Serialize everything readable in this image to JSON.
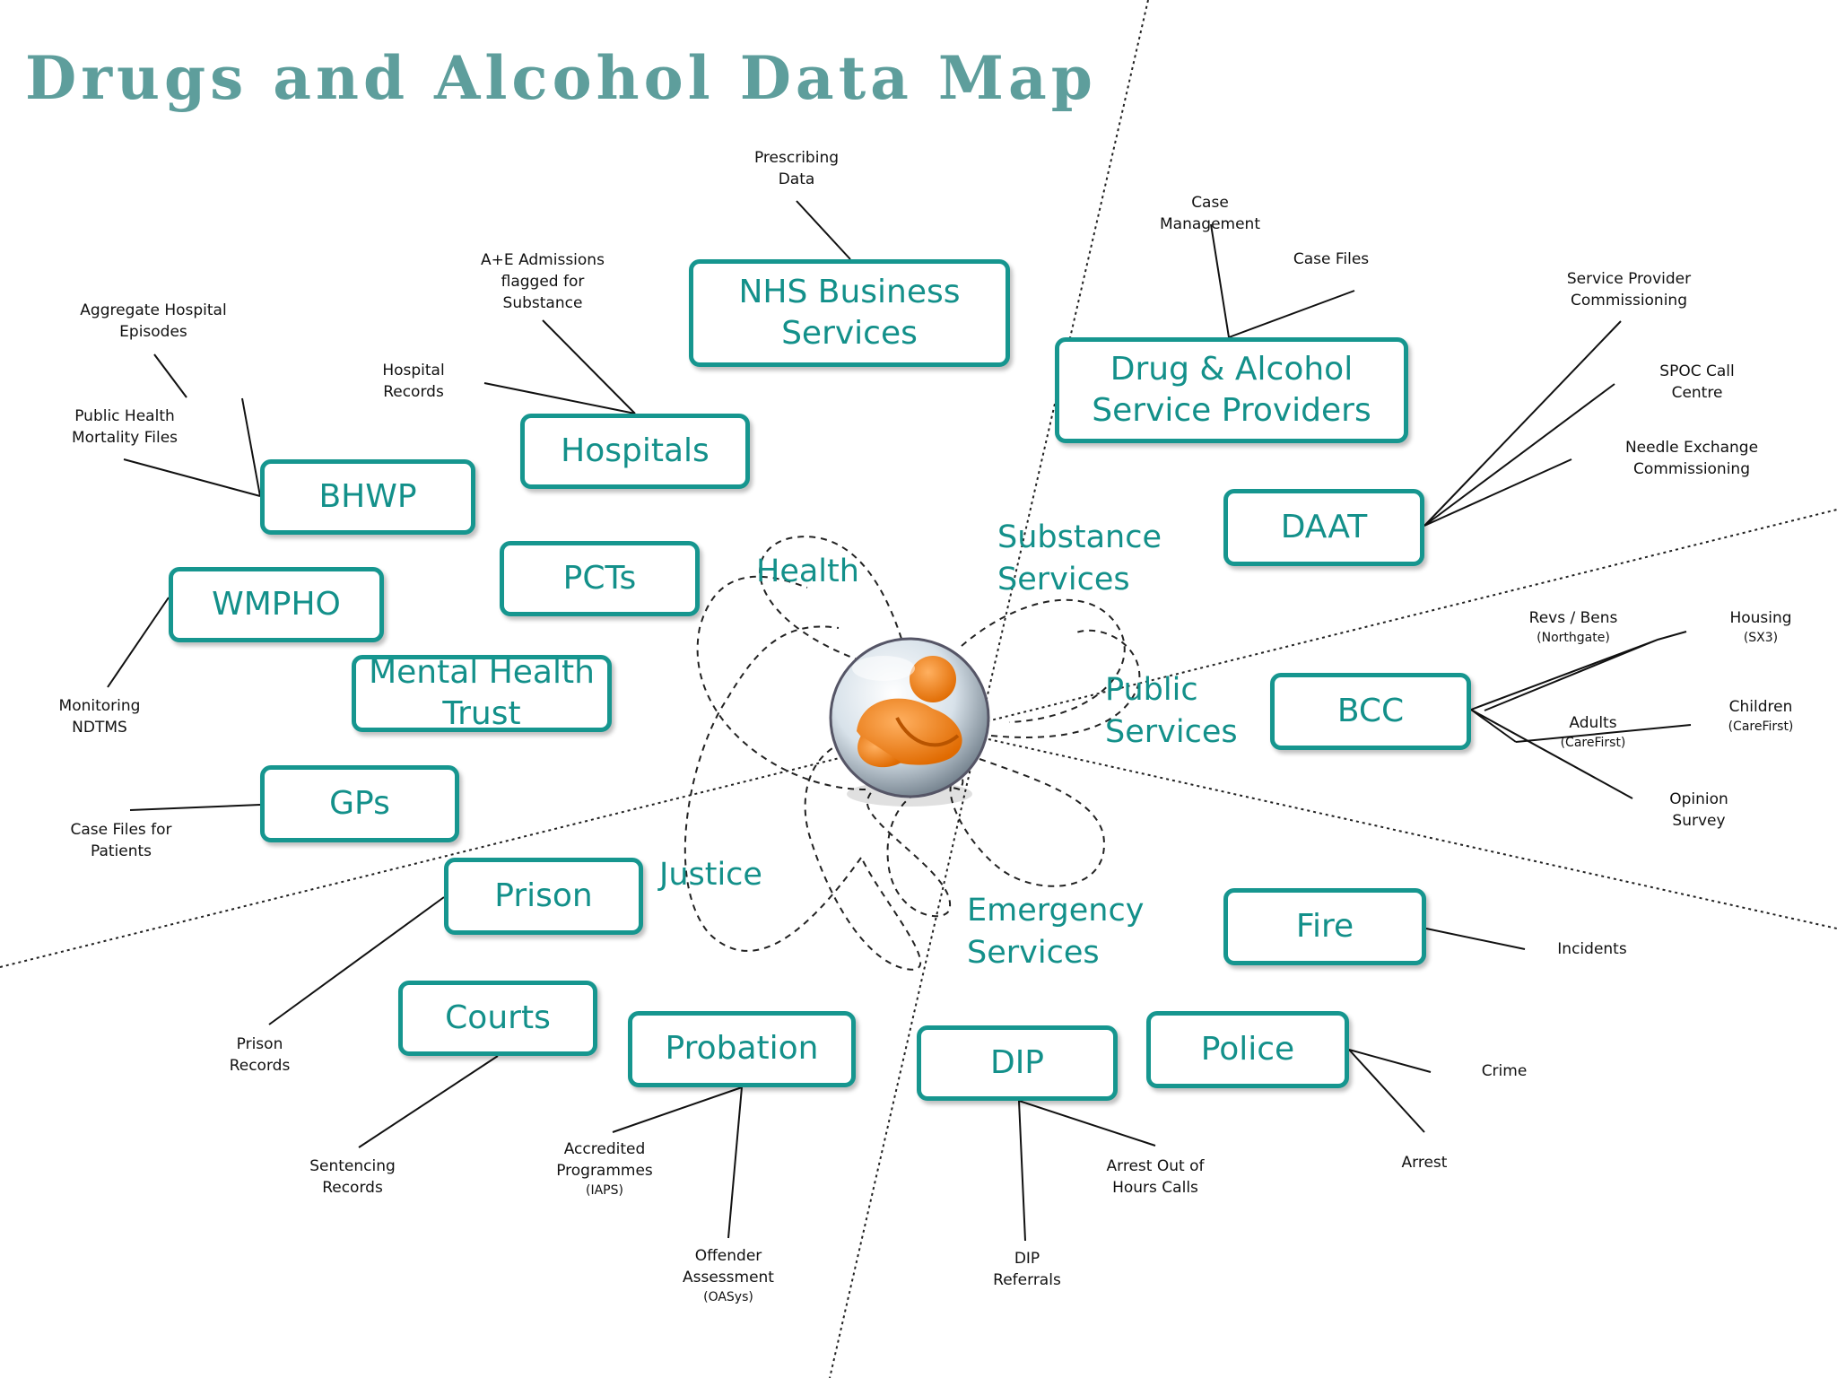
{
  "title": "Drugs and Alcohol Data Map",
  "colors": {
    "accent": "#16968f",
    "title": "#5e9e9c",
    "source_fill": "#bfe0e2"
  },
  "center_icon": "orange-figure-in-globe-icon",
  "domains": {
    "health": "Health",
    "substance": [
      "Substance",
      "Services"
    ],
    "public": [
      "Public",
      "Services"
    ],
    "justice": "Justice",
    "emergency": [
      "Emergency",
      "Services"
    ]
  },
  "orgs": {
    "nhs_bsa": [
      "NHS Business",
      "Services"
    ],
    "hospitals": "Hospitals",
    "bhwp": "BHWP",
    "pcts": "PCTs",
    "wmpho": "WMPHO",
    "mental_health": [
      "Mental Health",
      "Trust"
    ],
    "gps": "GPs",
    "prison": "Prison",
    "courts": "Courts",
    "probation": "Probation",
    "dip": "DIP",
    "police": "Police",
    "fire": "Fire",
    "bcc": "BCC",
    "daat": "DAAT",
    "dasp": [
      "Drug & Alcohol",
      "Service Providers"
    ]
  },
  "sources": {
    "prescribing": [
      "Prescribing",
      "Data"
    ],
    "ae_admissions": [
      "A+E Admissions",
      "flagged for",
      "Substance"
    ],
    "hospital_records": [
      "Hospital",
      "Records"
    ],
    "aggregate_hospital": [
      "Aggregate Hospital",
      "Episodes"
    ],
    "mortality": [
      "Public Health",
      "Mortality Files"
    ],
    "monitoring_ndtms": [
      "Monitoring",
      "NDTMS"
    ],
    "gp_case_files": [
      "Case Files for",
      "Patients"
    ],
    "prison_records": [
      "Prison",
      "Records"
    ],
    "sentencing": [
      "Sentencing",
      "Records"
    ],
    "accredited": [
      "Accredited",
      "Programmes",
      "(IAPS)"
    ],
    "oasys": [
      "Offender",
      "Assessment",
      "(OASys)"
    ],
    "dip_referrals": [
      "DIP",
      "Referrals"
    ],
    "arrest_out_hours": [
      "Arrest Out of",
      "Hours Calls"
    ],
    "crime": "Crime",
    "arrest": "Arrest",
    "incidents": "Incidents",
    "revs_bens": [
      "Revs / Bens",
      "(Northgate)"
    ],
    "housing": [
      "Housing",
      "(SX3)"
    ],
    "adults": [
      "Adults",
      "(CareFirst)"
    ],
    "children": [
      "Children",
      "(CareFirst)"
    ],
    "opinion_survey": [
      "Opinion",
      "Survey"
    ],
    "sp_commissioning": [
      "Service Provider",
      "Commissioning"
    ],
    "spoc": [
      "SPOC Call",
      "Centre"
    ],
    "needle_exchange": [
      "Needle Exchange",
      "Commissioning"
    ],
    "case_management": [
      "Case",
      "Management"
    ],
    "case_files": "Case Files"
  }
}
